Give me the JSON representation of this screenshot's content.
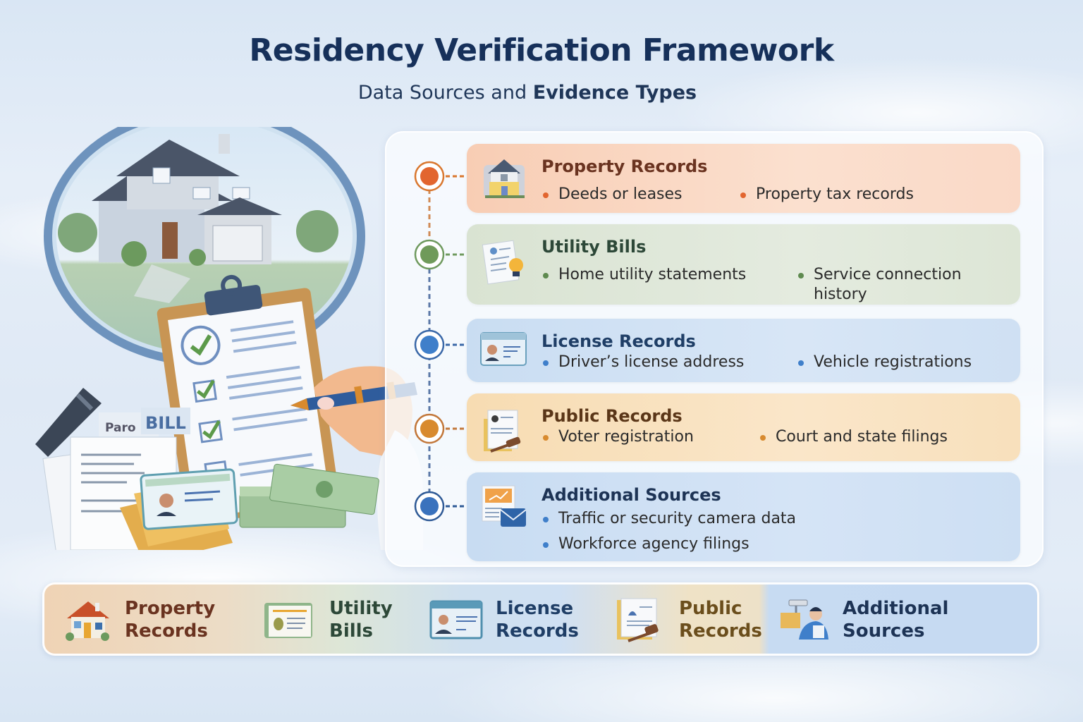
{
  "header": {
    "title": "Residency Verification Framework",
    "subtitle_regular": "Data Sources and",
    "subtitle_bold": "Evidence Types"
  },
  "illustration": {
    "bill_tab_left": "Paro",
    "bill_tab_right": "BILL"
  },
  "colors": {
    "title": "#16305a",
    "property": "#e2652f",
    "utility": "#5e8a4f",
    "license": "#3f7fca",
    "public": "#d88a2e",
    "additional": "#3f7fca"
  },
  "sources": [
    {
      "title": "Property Records",
      "icon": "house-icon",
      "bullets": [
        "Deeds or leases",
        "Property tax records"
      ]
    },
    {
      "title": "Utility Bills",
      "icon": "utility-bill-lightbulb-icon",
      "bullets": [
        "Home utility statements",
        "Service connection history"
      ]
    },
    {
      "title": "License Records",
      "icon": "id-card-icon",
      "bullets": [
        "Driver’s license address",
        "Vehicle registrations"
      ]
    },
    {
      "title": "Public Records",
      "icon": "document-gavel-icon",
      "bullets": [
        "Voter registration",
        "Court and state filings"
      ]
    },
    {
      "title": "Additional Sources",
      "icon": "report-envelope-icon",
      "bullets": [
        "Traffic or security camera data",
        "Workforce agency filings"
      ]
    }
  ],
  "summary_bar": [
    {
      "line1": "Property",
      "line2": "Records",
      "icon": "house-icon"
    },
    {
      "line1": "Utility",
      "line2": "Bills",
      "icon": "utility-bill-icon"
    },
    {
      "line1": "License",
      "line2": "Records",
      "icon": "id-card-icon"
    },
    {
      "line1": "Public",
      "line2": "Records",
      "icon": "document-gavel-icon"
    },
    {
      "line1": "Additional",
      "line2": "Sources",
      "icon": "camera-person-icon"
    }
  ]
}
